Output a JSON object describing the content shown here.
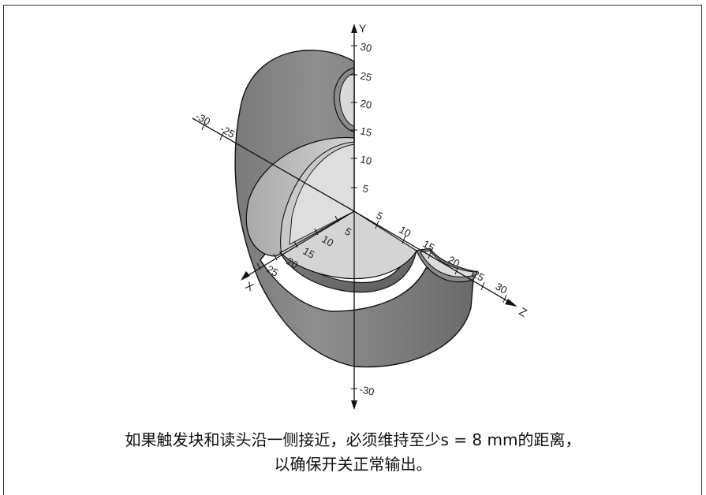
{
  "diagram": {
    "axes": {
      "y": {
        "letter": "Y",
        "ticks_pos": [
          "30",
          "25",
          "20",
          "15",
          "10",
          "5"
        ],
        "ticks_neg": [
          "-30"
        ]
      },
      "z": {
        "letter": "Z",
        "ticks": [
          "5",
          "10",
          "15",
          "20",
          "25",
          "30"
        ]
      },
      "x": {
        "letter": "X",
        "ticks_pos": [
          "5",
          "10",
          "15",
          "20",
          "25"
        ],
        "ticks_neg": [
          "-30",
          "-25"
        ]
      }
    }
  },
  "caption": {
    "line1": "如果触发块和读头沿一侧接近，必须维持至少s = 8 mm的距离，",
    "line2": "以确保开关正常输出。"
  }
}
